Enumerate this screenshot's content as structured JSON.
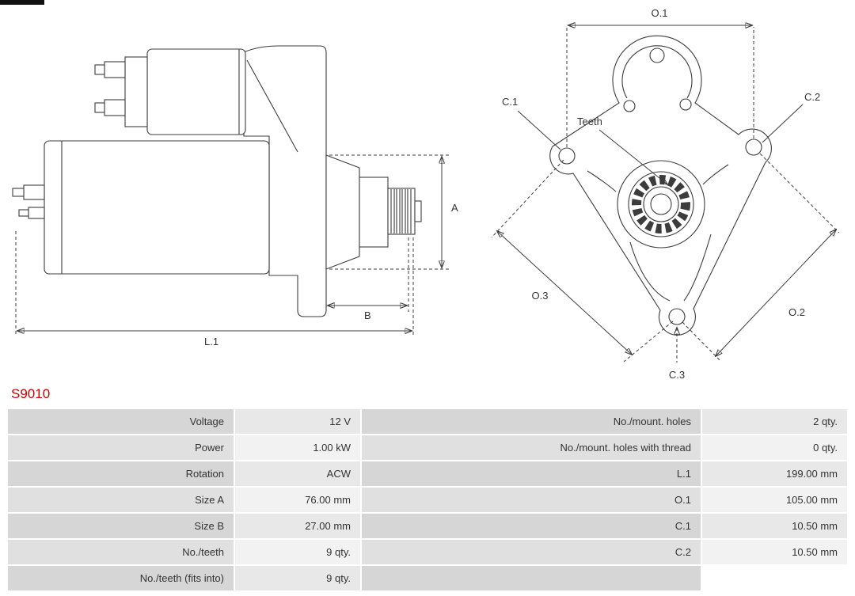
{
  "part_number": "S9010",
  "diagram": {
    "labels": {
      "a": "A",
      "b": "B",
      "l1": "L.1",
      "o1": "O.1",
      "o2": "O.2",
      "o3": "O.3",
      "c1": "C.1",
      "c2": "C.2",
      "c3": "C.3",
      "teeth": "Teeth"
    }
  },
  "specs": {
    "rows": [
      {
        "label_left": "Voltage",
        "value_left": "12 V",
        "label_right": "No./mount. holes",
        "value_right": "2 qty."
      },
      {
        "label_left": "Power",
        "value_left": "1.00 kW",
        "label_right": "No./mount. holes with thread",
        "value_right": "0 qty."
      },
      {
        "label_left": "Rotation",
        "value_left": "ACW",
        "label_right": "L.1",
        "value_right": "199.00 mm"
      },
      {
        "label_left": "Size A",
        "value_left": "76.00 mm",
        "label_right": "O.1",
        "value_right": "105.00 mm"
      },
      {
        "label_left": "Size B",
        "value_left": "27.00 mm",
        "label_right": "C.1",
        "value_right": "10.50 mm"
      },
      {
        "label_left": "No./teeth",
        "value_left": "9 qty.",
        "label_right": "C.2",
        "value_right": "10.50 mm"
      },
      {
        "label_left": "No./teeth (fits into)",
        "value_left": "9 qty.",
        "label_right": "",
        "value_right": ""
      }
    ]
  },
  "colors": {
    "part_number_red": "#cc0000",
    "line": "#3c3c3c",
    "text": "#333333",
    "row_label_dark": "#d6d6d6",
    "row_value_dark": "#e8e8e8",
    "row_label_light": "#e0e0e0",
    "row_value_light": "#f2f2f2"
  }
}
